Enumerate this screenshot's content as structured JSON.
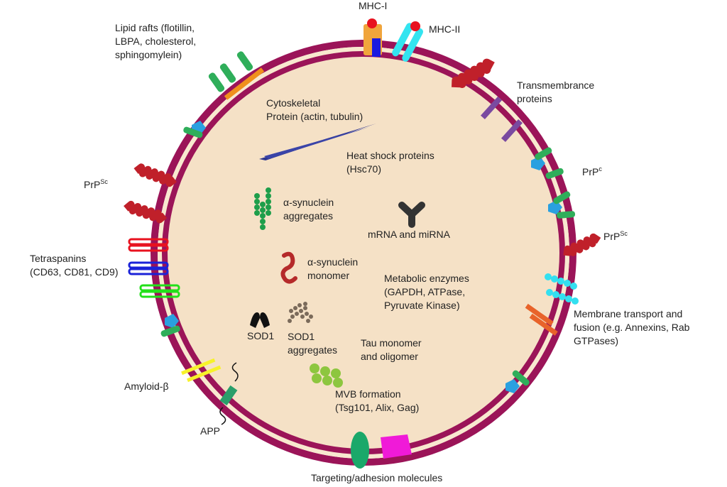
{
  "diagram": {
    "colors": {
      "membrane": "#9b1458",
      "membrane_inner": "#f8e8cf",
      "lumen": "#f5e1c6",
      "prion": "#c0202a",
      "raft": "#f0901c",
      "cyto": "#2c3590",
      "synuclein_agg": "#1e9e4a",
      "synuclein_mono": "#b52a2a",
      "mrna": "#333333",
      "sod1": "#111111",
      "sod1_agg": "#7a6a5a",
      "tau": "#8dc63f",
      "annexin": "#33e0f0",
      "rab": "#e8632a",
      "amyloid": "#f7f22a",
      "app": "#2a9e6a",
      "tetra_red": "#e8121f",
      "tetra_blue": "#1a22d8",
      "tetra_green": "#22e01a",
      "mhc1_body": "#f0a53c",
      "mhc1_core": "#1a1ae0",
      "mhc_ball": "#e8121f",
      "mhc2": "#33e4f0",
      "transmembrane": "#7a4aa0",
      "adhesion_green": "#1aa86a",
      "adhesion_magenta": "#f01ad8",
      "receptor_green": "#2fae5a",
      "receptor_blue": "#2aa0e0"
    },
    "labels": {
      "mhc1": "MHC-I",
      "mhc2": "MHC-II",
      "lipid_rafts": [
        "Lipid rafts (flotillin,",
        "LBPA, cholesterol,",
        "sphingomylein)"
      ],
      "transmembrane": [
        "Transmembrance",
        "proteins"
      ],
      "prpc": {
        "base": "PrP",
        "sup": "c"
      },
      "prpsc_right": {
        "base": "PrP",
        "sup": "Sc"
      },
      "prpsc_left": {
        "base": "PrP",
        "sup": "Sc"
      },
      "membrane_transport": [
        "Membrane transport and",
        "fusion (e.g. Annexins, Rab",
        "GTPases)"
      ],
      "targeting": "Targeting/adhesion molecules",
      "app": "APP",
      "amyloid": "Amyloid-β",
      "tetraspanins": [
        "Tetraspanins",
        "(CD63, CD81, CD9)"
      ],
      "cytoskeletal": [
        "Cytoskeletal",
        "Protein (actin, tubulin)"
      ],
      "heat_shock": [
        "Heat shock proteins",
        "(Hsc70)"
      ],
      "synuclein_agg": [
        "α-synuclein",
        "aggregates"
      ],
      "mrna": "mRNA and miRNA",
      "synuclein_mono": [
        "α-synuclein",
        "monomer"
      ],
      "metabolic": [
        "Metabolic enzymes",
        "(GAPDH, ATPase,",
        "Pyruvate Kinase)"
      ],
      "sod1": "SOD1",
      "sod1_agg": [
        "SOD1",
        "aggregates"
      ],
      "tau": [
        "Tau monomer",
        "and oligomer"
      ],
      "mvb": [
        "MVB formation",
        "(Tsg101, Alix, Gag)"
      ]
    }
  }
}
